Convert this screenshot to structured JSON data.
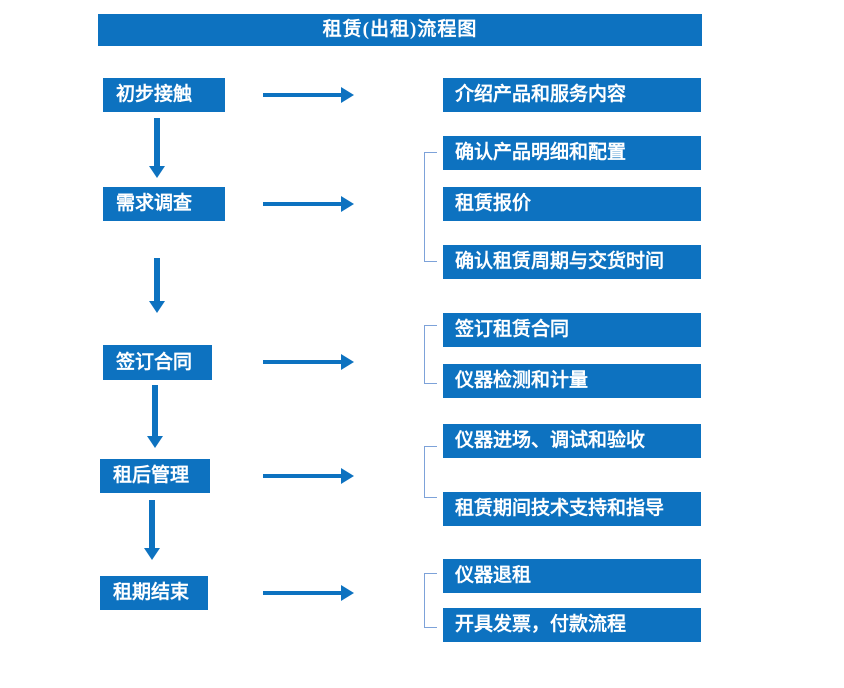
{
  "title": "租赁(出租)流程图",
  "colors": {
    "primary": "#0d72c0",
    "on-primary": "#ffffff",
    "bracket": "#7da2d9"
  },
  "steps": [
    {
      "label": "初步接触",
      "outputs": [
        "介绍产品和服务内容"
      ]
    },
    {
      "label": "需求调查",
      "outputs": [
        "确认产品明细和配置",
        "租赁报价",
        "确认租赁周期与交货时间"
      ]
    },
    {
      "label": "签订合同",
      "outputs": [
        "签订租赁合同",
        "仪器检测和计量"
      ]
    },
    {
      "label": "租后管理",
      "outputs": [
        "仪器进场、调试和验收",
        "租赁期间技术支持和指导"
      ]
    },
    {
      "label": "租期结束",
      "outputs": [
        "仪器退租",
        "开具发票，付款流程"
      ]
    }
  ]
}
